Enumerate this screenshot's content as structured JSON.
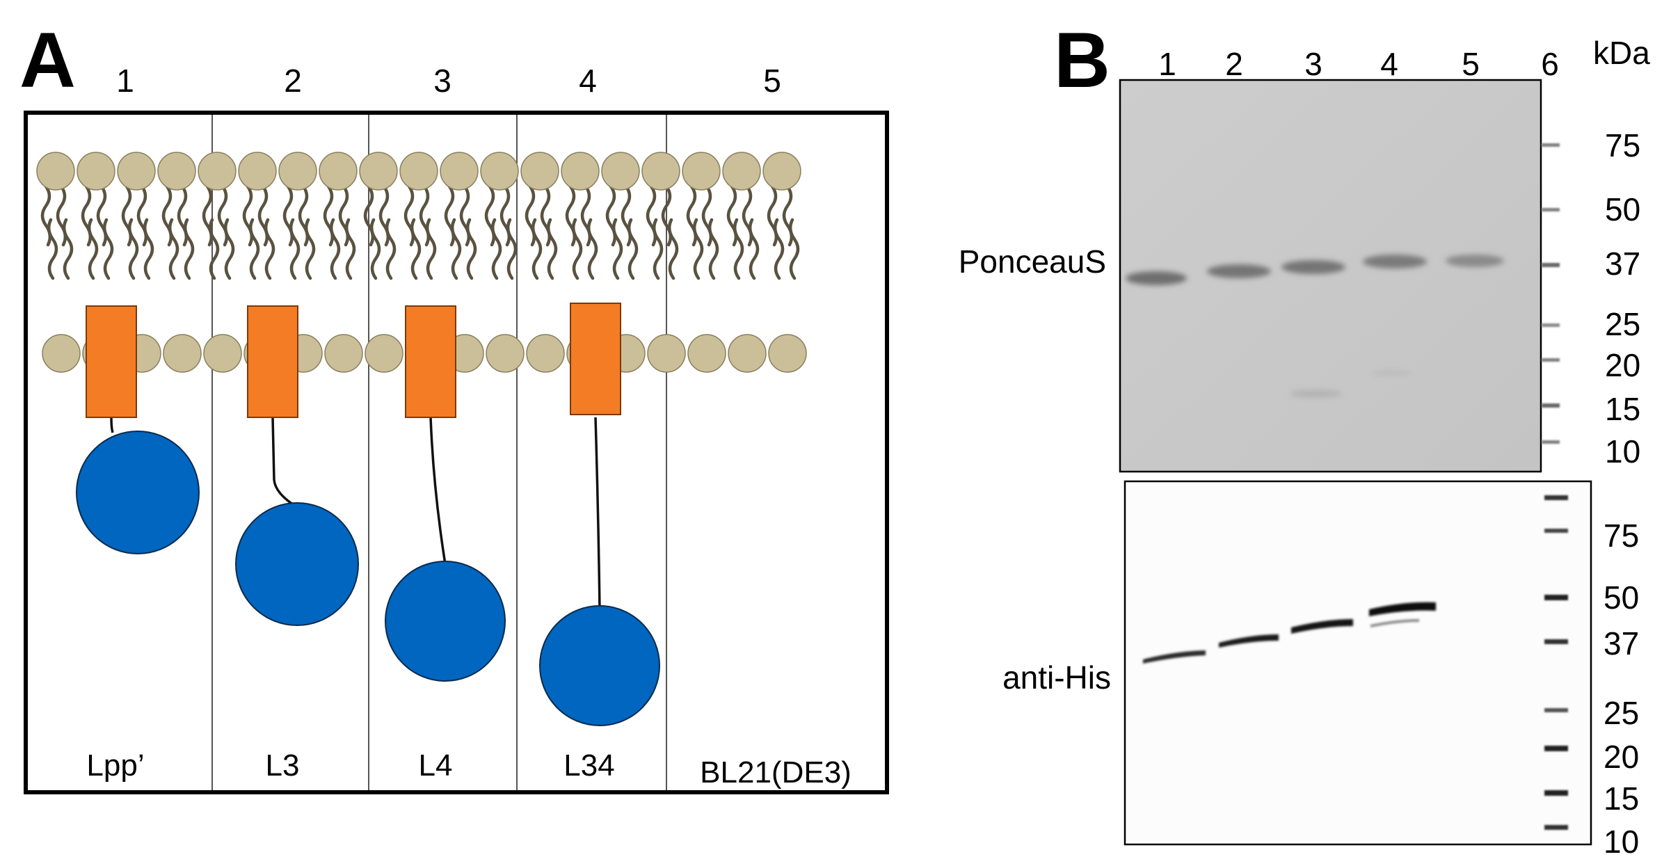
{
  "panel_a": {
    "letter": "A",
    "lanes": [
      {
        "number": "1",
        "label": "Lpp’",
        "linker": 0
      },
      {
        "number": "2",
        "label": "L3",
        "linker": 1
      },
      {
        "number": "3",
        "label": "L4",
        "linker": 2
      },
      {
        "number": "4",
        "label": "L34",
        "linker": 3
      },
      {
        "number": "5",
        "label": "BL21(DE3)",
        "linker": null
      }
    ],
    "colors": {
      "lipid_head": "#cbbf99",
      "lipid_tail": "#5a5240",
      "anchor": "#f47c25",
      "domain": "#0066c0"
    }
  },
  "panel_b": {
    "letter": "B",
    "lane_numbers": [
      "1",
      "2",
      "3",
      "4",
      "5",
      "6"
    ],
    "unit": "kDa",
    "blots": [
      {
        "label": "PonceauS",
        "markers": [
          "75",
          "50",
          "37",
          "25",
          "20",
          "15",
          "10"
        ]
      },
      {
        "label": "anti-His",
        "markers": [
          "75",
          "50",
          "37",
          "25",
          "20",
          "15",
          "10"
        ]
      }
    ]
  }
}
